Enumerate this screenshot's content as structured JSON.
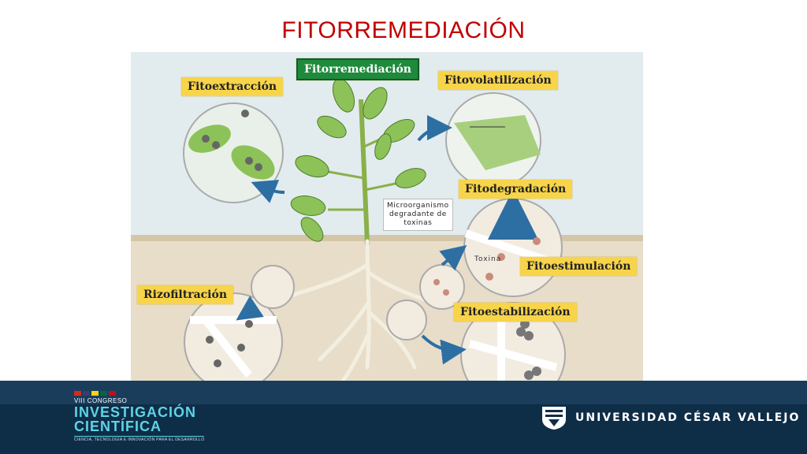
{
  "slide": {
    "title": "FITORREMEDIACIÓN"
  },
  "diagram": {
    "center_label": "Fitorremediación",
    "labels": {
      "fitoextraccion": "Fitoextracción",
      "fitovolatilizacion": "Fitovolatilización",
      "fitodegradacion": "Fitodegradación",
      "fitoestimulacion": "Fitoestimulación",
      "rizofiltracion": "Rizofiltración",
      "fitoestabilizacion": "Fitoestabilización"
    },
    "note_lines": [
      "Microorganismo",
      "degradante de",
      "toxinas"
    ],
    "toxina_label": "Toxina"
  },
  "colors": {
    "title": "#c00000",
    "label_bg": "#f7d44a",
    "center_bg": "#1f8a3c",
    "footer": "#0e2d47",
    "accent": "#5fd3e6"
  },
  "footer": {
    "congress_prefix": "VIII CONGRESO",
    "congress_line1": "INVESTIGACIÓN",
    "congress_line2": "CIENTÍFICA",
    "congress_tagline": "CIENCIA, TECNOLOGÍA E INNOVACIÓN PARA EL DESARROLLO",
    "university": "UNIVERSIDAD CÉSAR VALLEJO"
  }
}
